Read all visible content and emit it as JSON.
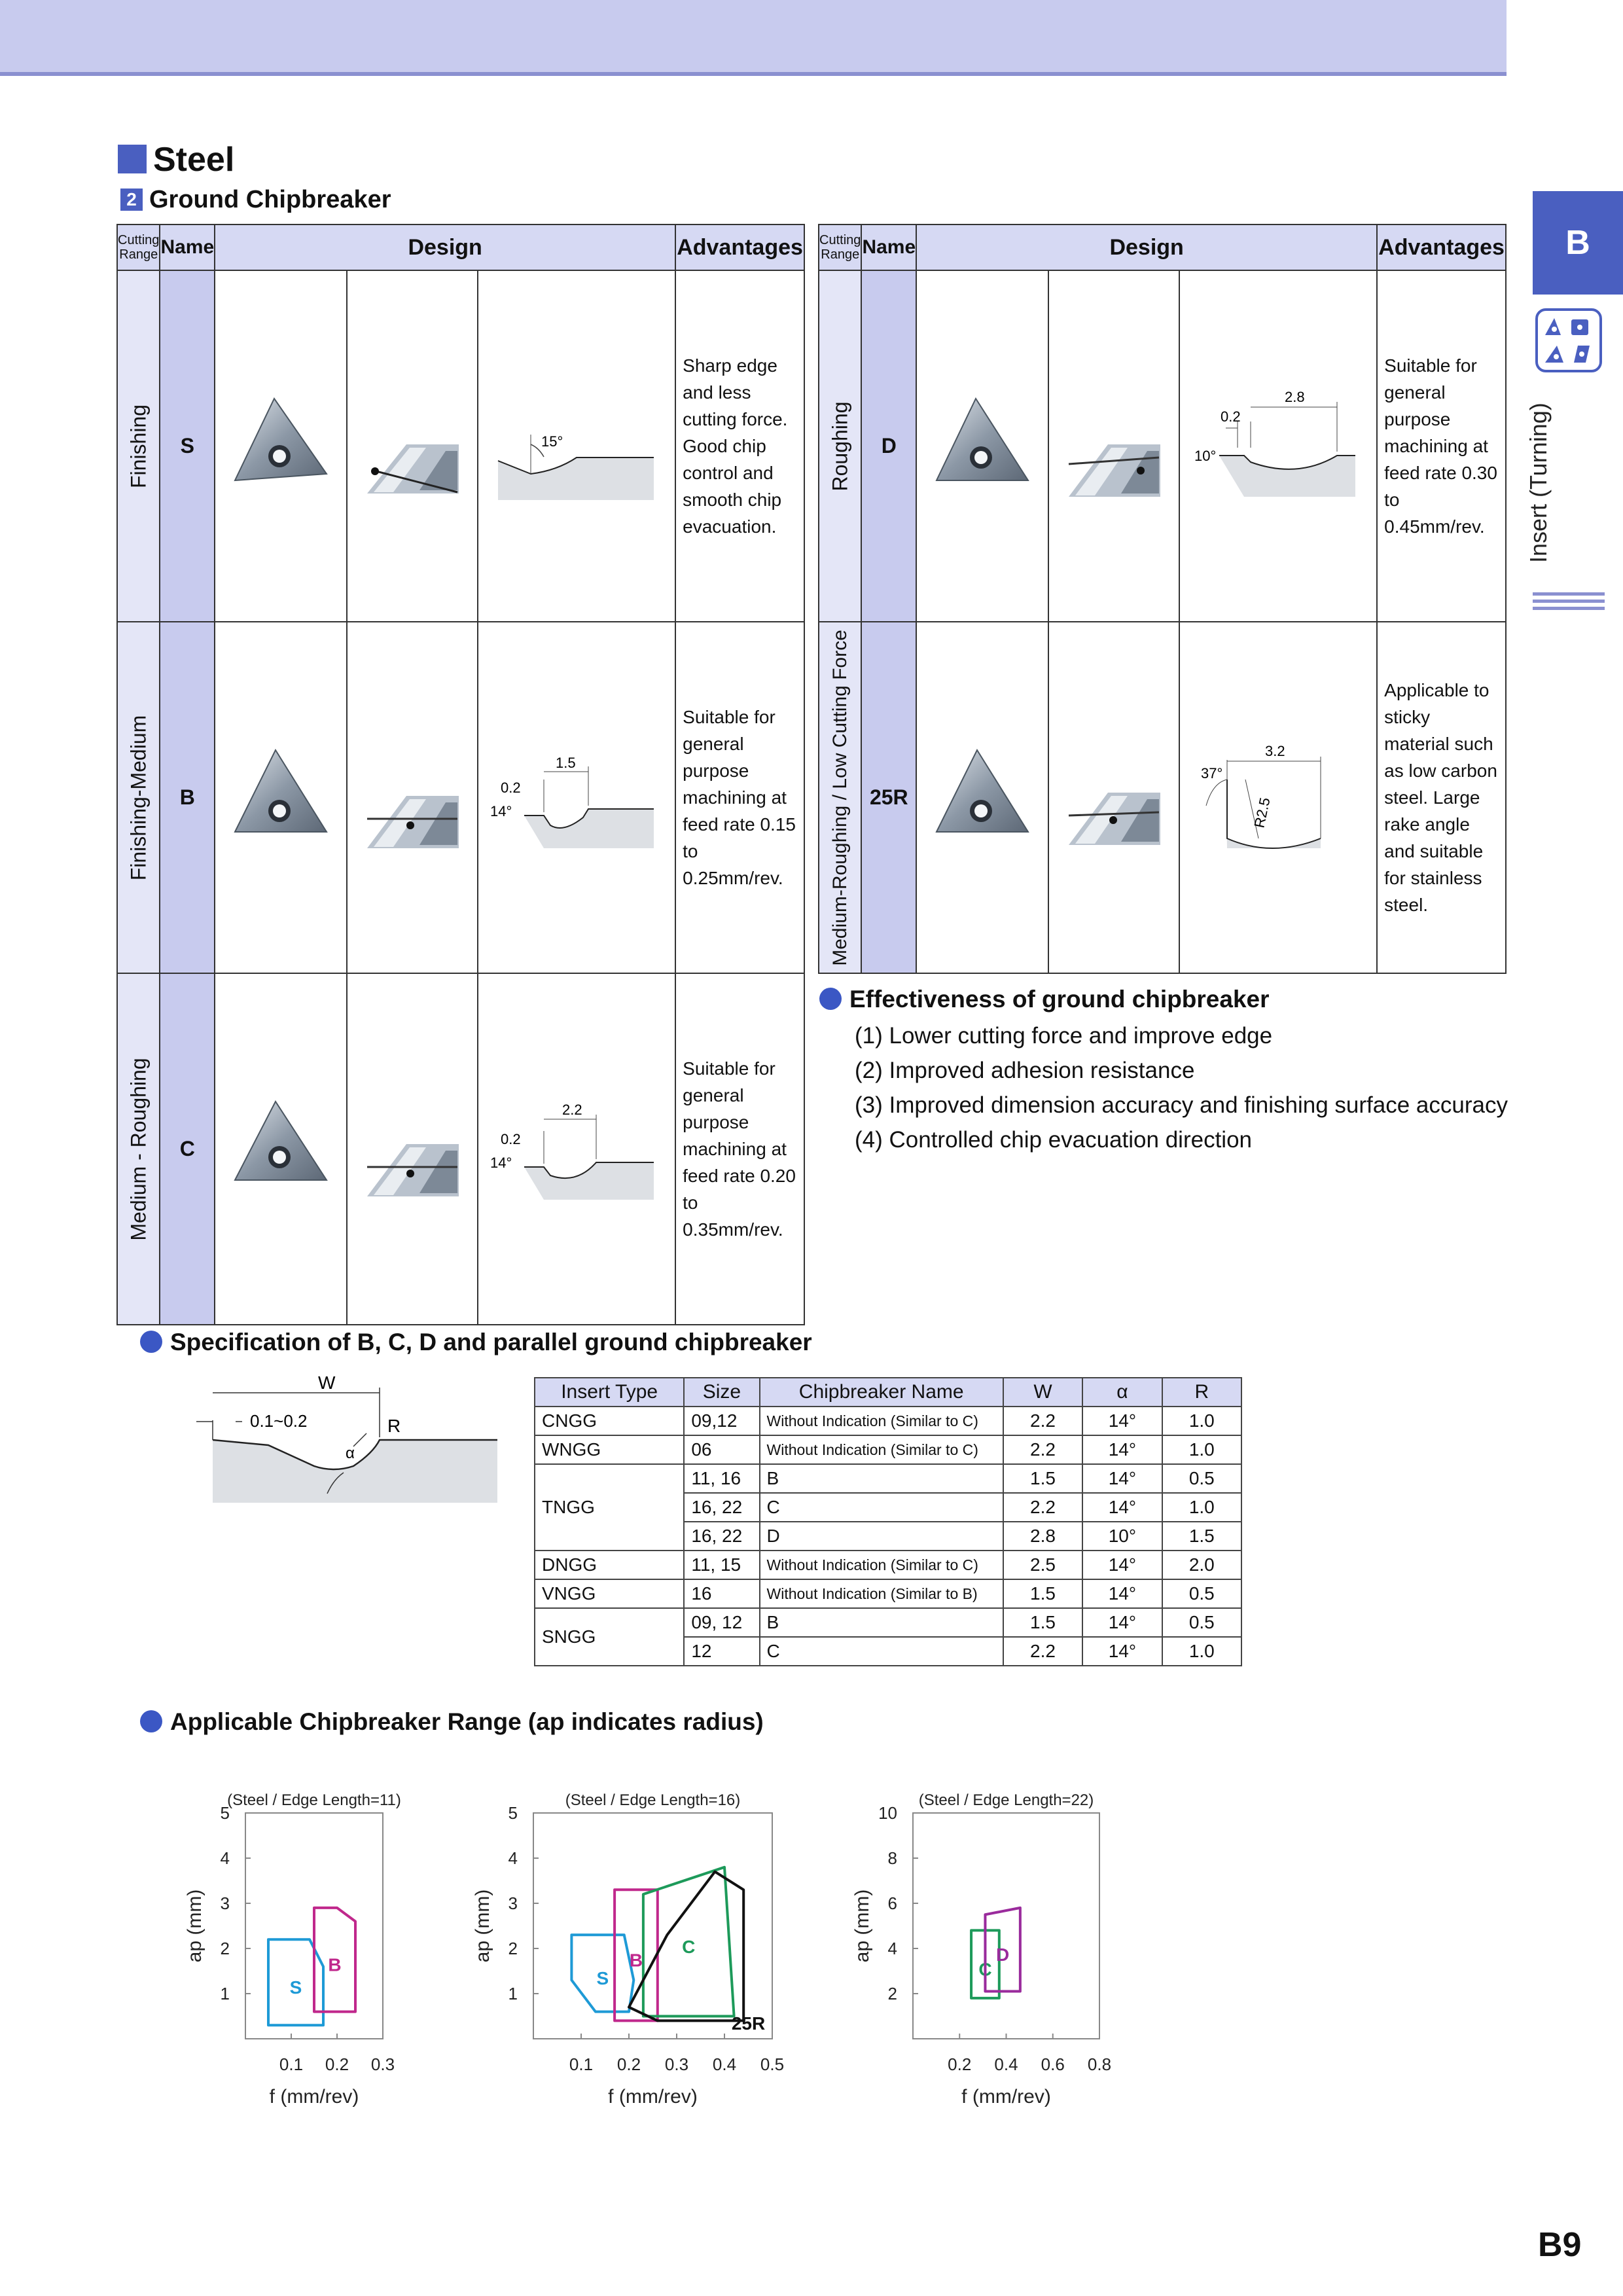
{
  "header": {
    "tab_letter": "B",
    "side_label": "Insert (Turning)",
    "page_number": "B9"
  },
  "title": "Steel",
  "subtitle": {
    "number": "2",
    "text": "Ground Chipbreaker"
  },
  "table_headers": {
    "cutting_range": "Cutting Range",
    "name": "Name",
    "design": "Design",
    "advantages": "Advantages"
  },
  "left_rows": [
    {
      "range": "Finishing",
      "name": "S",
      "dims": [
        "15°"
      ],
      "advantages": "Sharp edge and less cutting force. Good chip control and smooth chip evacuation."
    },
    {
      "range": "Finishing-Medium",
      "name": "B",
      "dims": [
        "0.2",
        "1.5",
        "14°"
      ],
      "advantages": "Suitable for general purpose machining at feed rate 0.15 to 0.25mm/rev."
    },
    {
      "range": "Medium - Roughing",
      "name": "C",
      "dims": [
        "0.2",
        "2.2",
        "14°"
      ],
      "advantages": "Suitable for general purpose machining at feed rate 0.20 to 0.35mm/rev."
    }
  ],
  "right_rows": [
    {
      "range": "Roughing",
      "name": "D",
      "dims": [
        "0.2",
        "2.8",
        "10°"
      ],
      "advantages": "Suitable for general purpose machining at feed rate 0.30 to 0.45mm/rev."
    },
    {
      "range": "Medium-Roughing / Low Cutting Force",
      "name": "25R",
      "dims": [
        "3.2",
        "37°",
        "R2.5"
      ],
      "advantages": "Applicable to sticky material such as low carbon steel. Large rake angle and suitable for stainless steel."
    }
  ],
  "effectiveness": {
    "title": "Effectiveness of ground chipbreaker",
    "items": [
      "(1) Lower cutting force and improve edge",
      "(2) Improved adhesion resistance",
      "(3) Improved dimension accuracy and finishing surface accuracy",
      "(4) Controlled chip evacuation direction"
    ]
  },
  "spec": {
    "title": "Specification of B, C, D and parallel ground chipbreaker",
    "diagram": {
      "w": "W",
      "gap": "0.1~0.2",
      "r": "R",
      "alpha": "α"
    },
    "columns": [
      "Insert Type",
      "Size",
      "Chipbreaker Name",
      "W",
      "α",
      "R"
    ],
    "rows": [
      [
        "CNGG",
        "09,12",
        "Without Indication (Similar to C)",
        "2.2",
        "14°",
        "1.0"
      ],
      [
        "WNGG",
        "06",
        "Without Indication (Similar to C)",
        "2.2",
        "14°",
        "1.0"
      ],
      [
        "TNGG",
        "11, 16",
        "B",
        "1.5",
        "14°",
        "0.5"
      ],
      [
        "",
        "16, 22",
        "C",
        "2.2",
        "14°",
        "1.0"
      ],
      [
        "",
        "16, 22",
        "D",
        "2.8",
        "10°",
        "1.5"
      ],
      [
        "DNGG",
        "11, 15",
        "Without Indication (Similar to C)",
        "2.5",
        "14°",
        "2.0"
      ],
      [
        "VNGG",
        "16",
        "Without Indication (Similar to B)",
        "1.5",
        "14°",
        "0.5"
      ],
      [
        "SNGG",
        "09, 12",
        "B",
        "1.5",
        "14°",
        "0.5"
      ],
      [
        "",
        "12",
        "C",
        "2.2",
        "14°",
        "1.0"
      ]
    ]
  },
  "range_section": {
    "title": "Applicable Chipbreaker Range (ap indicates radius)"
  },
  "colors": {
    "S": "#1e9ad6",
    "B": "#c0288c",
    "C": "#1d9a5a",
    "D": "#9a2b9c",
    "25R": "#111111",
    "accent": "#4a5fc0"
  },
  "chart_data": [
    {
      "type": "area",
      "title": "(Steel / Edge Length=11)",
      "xlabel": "f (mm/rev)",
      "ylabel": "ap (mm)",
      "xticks": [
        "0.1",
        "0.2",
        "0.3"
      ],
      "yticks": [
        "1",
        "2",
        "3",
        "4",
        "5"
      ],
      "xlim": [
        0,
        0.3
      ],
      "ylim": [
        0,
        5
      ],
      "series": [
        {
          "name": "S",
          "color": "#1e9ad6",
          "polygon": [
            [
              0.05,
              0.3
            ],
            [
              0.05,
              2.2
            ],
            [
              0.14,
              2.2
            ],
            [
              0.17,
              1.6
            ],
            [
              0.17,
              0.3
            ]
          ]
        },
        {
          "name": "B",
          "color": "#c0288c",
          "polygon": [
            [
              0.15,
              0.6
            ],
            [
              0.15,
              2.9
            ],
            [
              0.2,
              2.9
            ],
            [
              0.24,
              2.6
            ],
            [
              0.24,
              0.6
            ]
          ]
        }
      ]
    },
    {
      "type": "area",
      "title": "(Steel / Edge Length=16)",
      "xlabel": "f (mm/rev)",
      "ylabel": "ap (mm)",
      "xticks": [
        "0.1",
        "0.2",
        "0.3",
        "0.4",
        "0.5"
      ],
      "yticks": [
        "1",
        "2",
        "3",
        "4",
        "5"
      ],
      "xlim": [
        0,
        0.5
      ],
      "ylim": [
        0,
        5
      ],
      "series": [
        {
          "name": "S",
          "color": "#1e9ad6",
          "polygon": [
            [
              0.08,
              1.3
            ],
            [
              0.08,
              2.3
            ],
            [
              0.19,
              2.3
            ],
            [
              0.21,
              1.3
            ],
            [
              0.2,
              0.6
            ],
            [
              0.13,
              0.6
            ]
          ]
        },
        {
          "name": "B",
          "color": "#c0288c",
          "polygon": [
            [
              0.17,
              0.4
            ],
            [
              0.17,
              3.3
            ],
            [
              0.26,
              3.3
            ],
            [
              0.26,
              0.4
            ]
          ]
        },
        {
          "name": "C",
          "color": "#1d9a5a",
          "polygon": [
            [
              0.23,
              0.5
            ],
            [
              0.23,
              3.2
            ],
            [
              0.4,
              3.8
            ],
            [
              0.42,
              0.5
            ]
          ]
        },
        {
          "name": "25R",
          "color": "#111111",
          "polygon": [
            [
              0.2,
              0.7
            ],
            [
              0.28,
              2.3
            ],
            [
              0.38,
              3.7
            ],
            [
              0.44,
              3.3
            ],
            [
              0.44,
              0.4
            ],
            [
              0.26,
              0.4
            ]
          ]
        }
      ]
    },
    {
      "type": "area",
      "title": "(Steel / Edge Length=22)",
      "xlabel": "f (mm/rev)",
      "ylabel": "ap (mm)",
      "xticks": [
        "0.2",
        "0.4",
        "0.6",
        "0.8"
      ],
      "yticks": [
        "2",
        "4",
        "6",
        "8",
        "10"
      ],
      "xlim": [
        0,
        0.8
      ],
      "ylim": [
        0,
        10
      ],
      "series": [
        {
          "name": "C",
          "color": "#1d9a5a",
          "polygon": [
            [
              0.25,
              1.8
            ],
            [
              0.25,
              4.8
            ],
            [
              0.37,
              4.8
            ],
            [
              0.37,
              1.8
            ]
          ]
        },
        {
          "name": "D",
          "color": "#9a2b9c",
          "polygon": [
            [
              0.31,
              2.1
            ],
            [
              0.31,
              5.5
            ],
            [
              0.46,
              5.8
            ],
            [
              0.46,
              2.1
            ]
          ]
        }
      ]
    }
  ]
}
